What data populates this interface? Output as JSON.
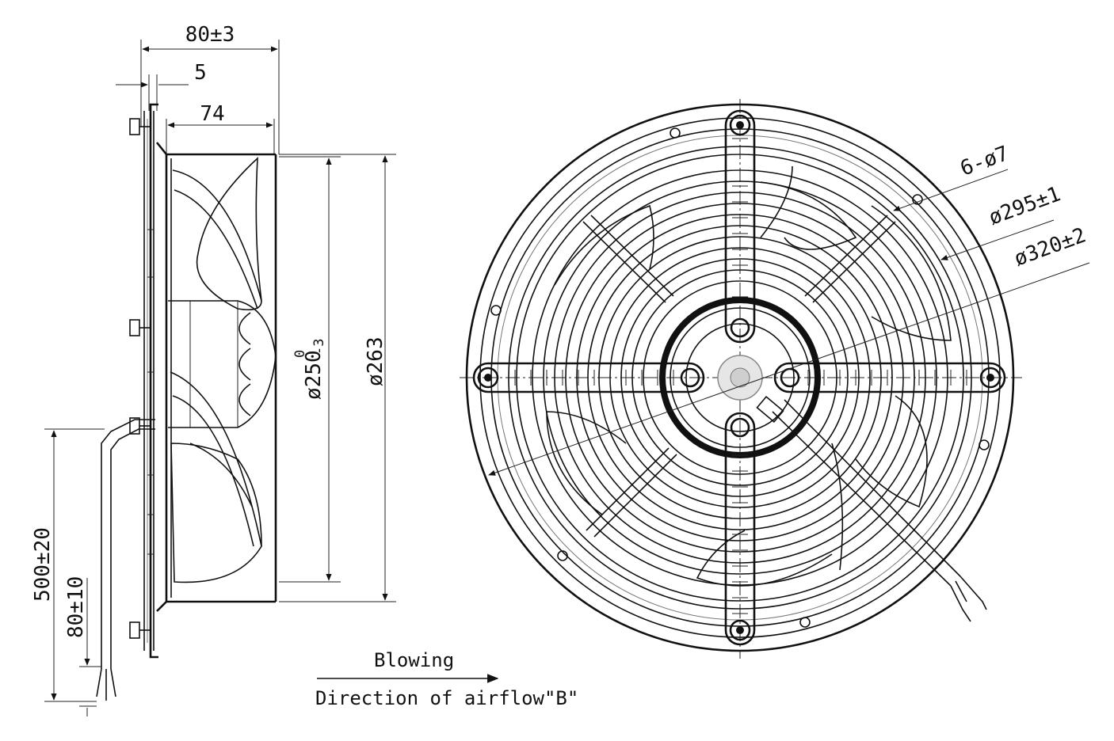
{
  "side_view": {
    "dim_width": "80±3",
    "dim_flange": "5",
    "dim_body": "74",
    "dim_blade_dia": "ø250",
    "dim_blade_tol_upper": "0",
    "dim_blade_tol_lower": "-3",
    "dim_housing_dia": "ø263",
    "dim_cable_length": "500±20",
    "dim_strip_length": "80±10"
  },
  "airflow": {
    "blowing_label": "Blowing",
    "direction_label": "Direction of airflow\"B\""
  },
  "front_view": {
    "holes_label": "6-ø7",
    "hole_circle_label": "ø295±1",
    "outer_dia_label": "ø320±2"
  }
}
